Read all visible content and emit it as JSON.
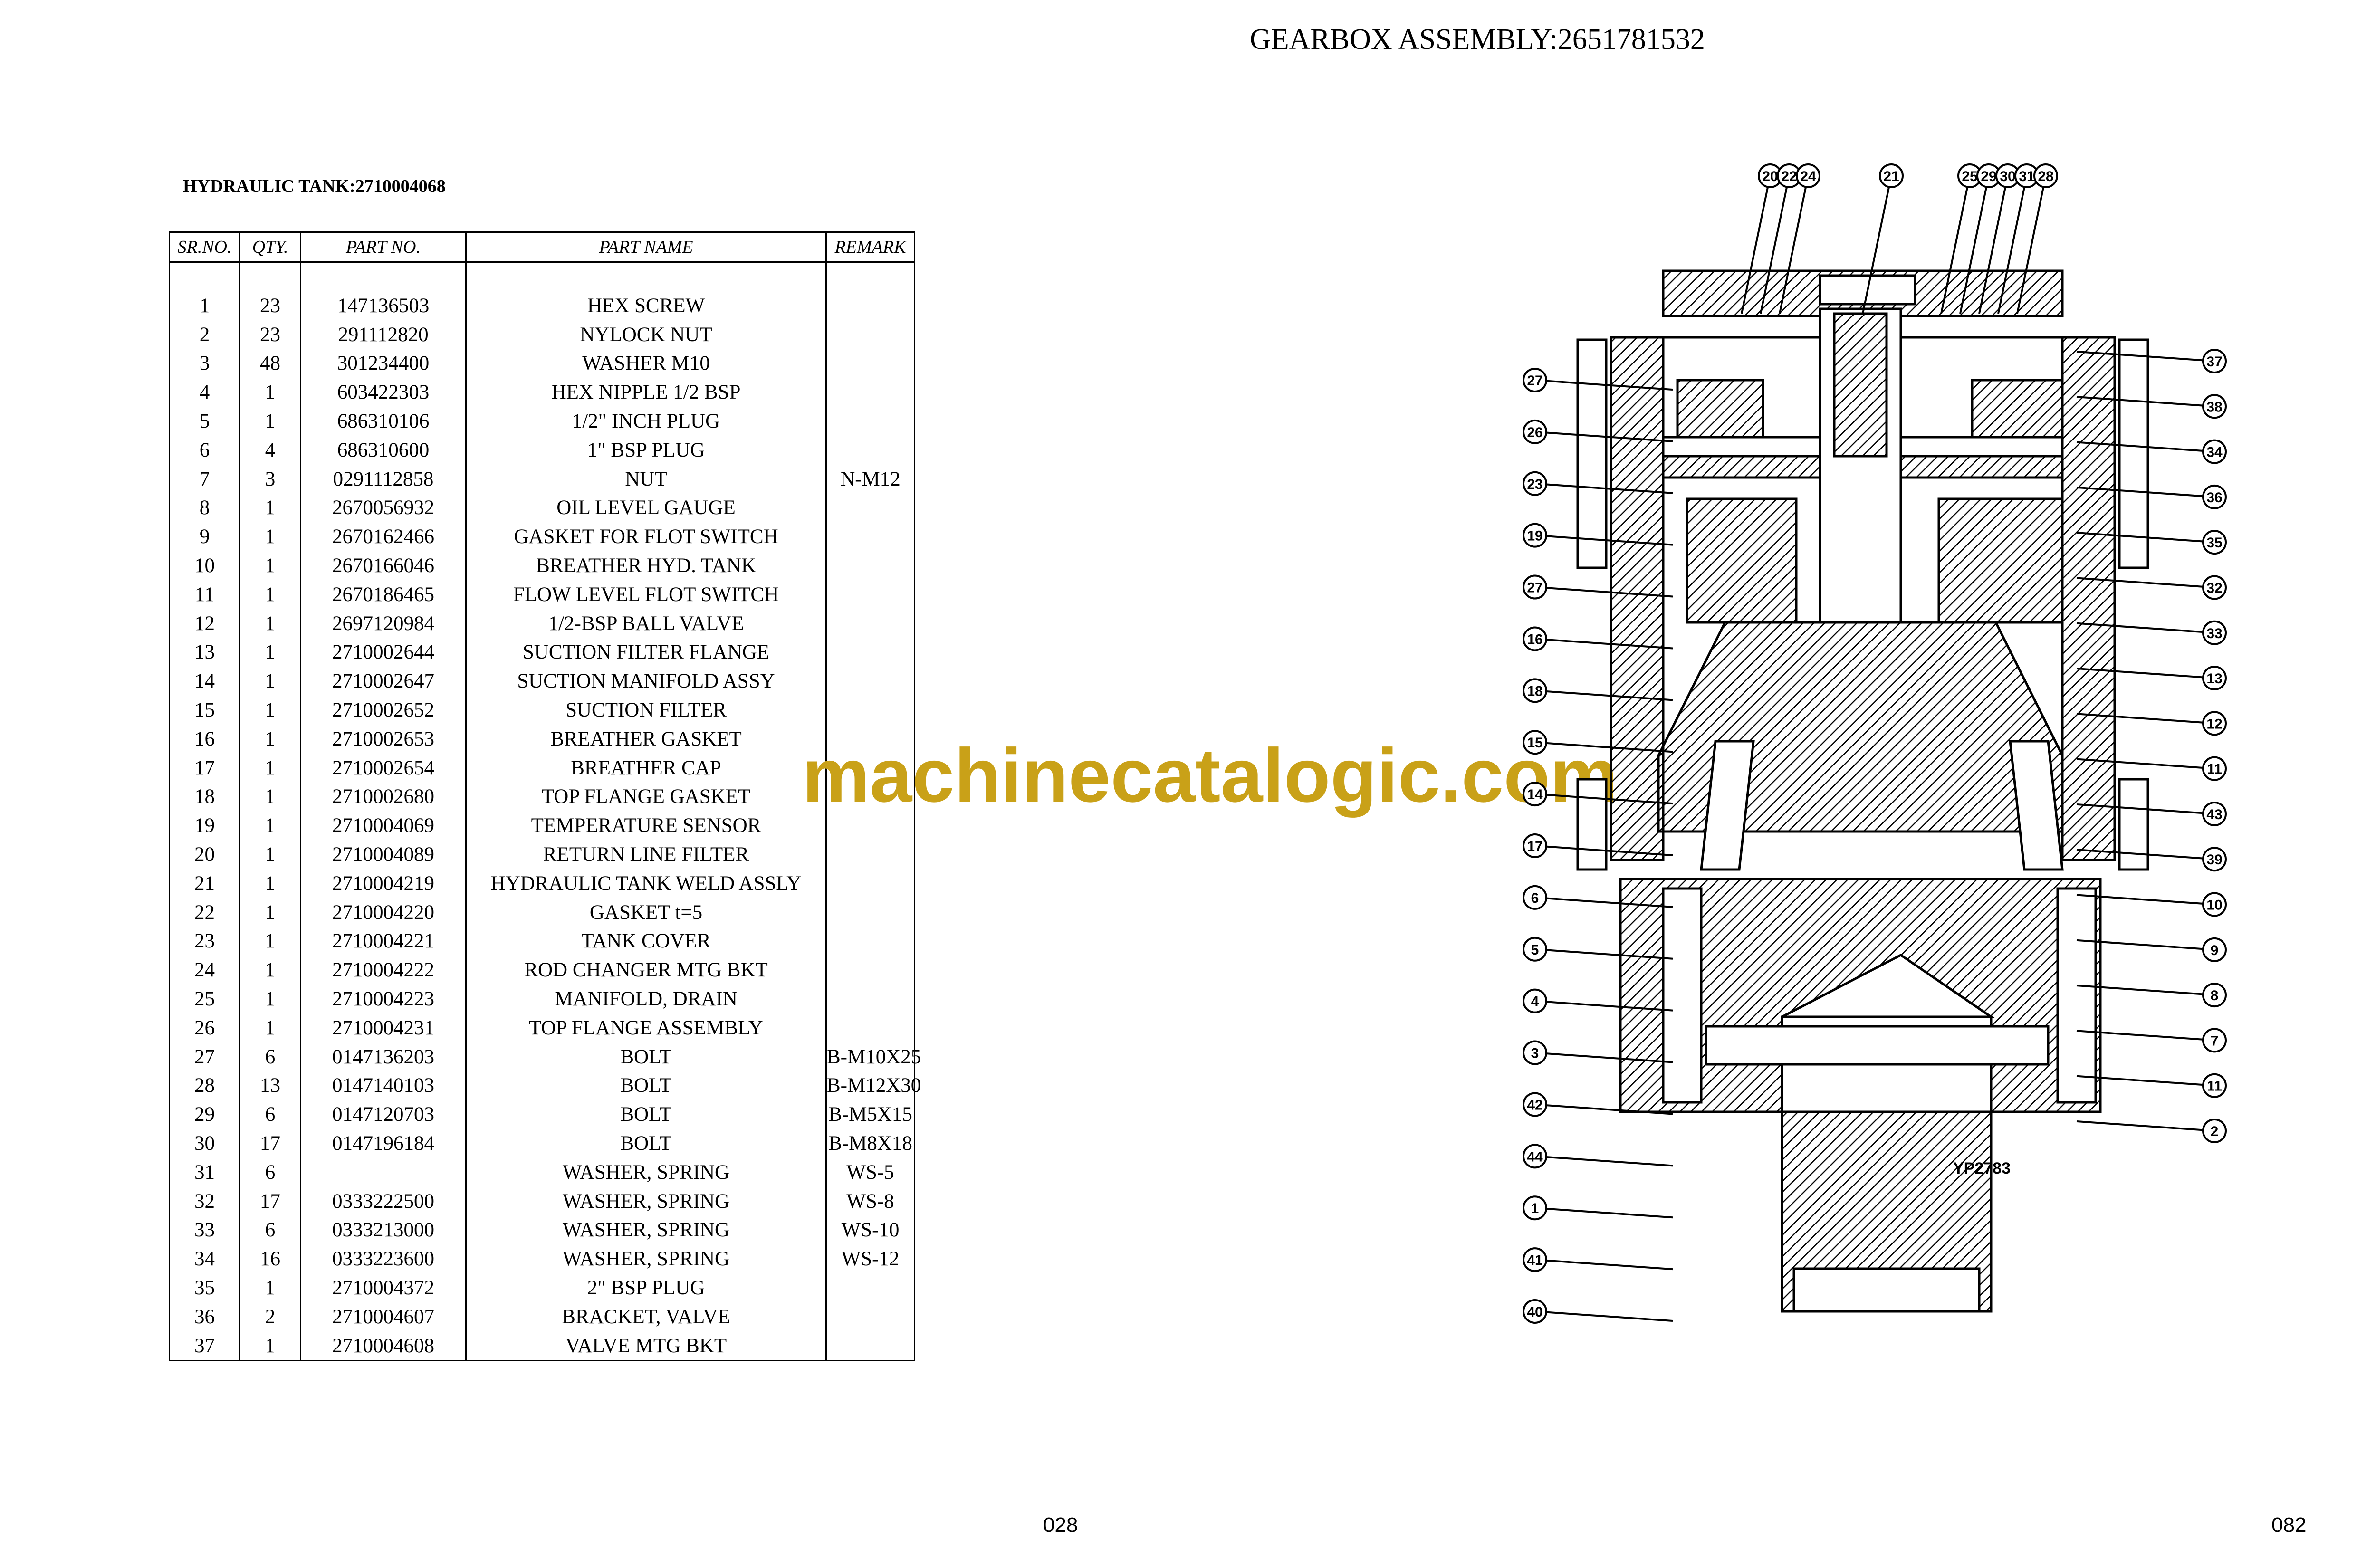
{
  "header": {
    "title": "GEARBOX ASSEMBLY:2651781532"
  },
  "table": {
    "title": "HYDRAULIC TANK:2710004068",
    "columns": [
      "SR.NO.",
      "QTY.",
      "PART NO.",
      "PART NAME",
      "REMARK"
    ],
    "rows": [
      [
        "1",
        "23",
        "147136503",
        "HEX SCREW",
        ""
      ],
      [
        "2",
        "23",
        "291112820",
        "NYLOCK NUT",
        ""
      ],
      [
        "3",
        "48",
        "301234400",
        "WASHER M10",
        ""
      ],
      [
        "4",
        "1",
        "603422303",
        "HEX NIPPLE 1/2 BSP",
        ""
      ],
      [
        "5",
        "1",
        "686310106",
        "1/2\" INCH PLUG",
        ""
      ],
      [
        "6",
        "4",
        "686310600",
        "1\" BSP PLUG",
        ""
      ],
      [
        "7",
        "3",
        "0291112858",
        "NUT",
        "N-M12"
      ],
      [
        "8",
        "1",
        "2670056932",
        "OIL LEVEL GAUGE",
        ""
      ],
      [
        "9",
        "1",
        "2670162466",
        "GASKET FOR FLOT SWITCH",
        ""
      ],
      [
        "10",
        "1",
        "2670166046",
        "BREATHER HYD. TANK",
        ""
      ],
      [
        "11",
        "1",
        "2670186465",
        "FLOW LEVEL FLOT SWITCH",
        ""
      ],
      [
        "12",
        "1",
        "2697120984",
        "1/2-BSP BALL VALVE",
        ""
      ],
      [
        "13",
        "1",
        "2710002644",
        "SUCTION FILTER FLANGE",
        ""
      ],
      [
        "14",
        "1",
        "2710002647",
        "SUCTION MANIFOLD ASSY",
        ""
      ],
      [
        "15",
        "1",
        "2710002652",
        "SUCTION FILTER",
        ""
      ],
      [
        "16",
        "1",
        "2710002653",
        "BREATHER GASKET",
        ""
      ],
      [
        "17",
        "1",
        "2710002654",
        "BREATHER CAP",
        ""
      ],
      [
        "18",
        "1",
        "2710002680",
        "TOP FLANGE GASKET",
        ""
      ],
      [
        "19",
        "1",
        "2710004069",
        "TEMPERATURE SENSOR",
        ""
      ],
      [
        "20",
        "1",
        "2710004089",
        "RETURN LINE FILTER",
        ""
      ],
      [
        "21",
        "1",
        "2710004219",
        "HYDRAULIC TANK WELD ASSLY",
        ""
      ],
      [
        "22",
        "1",
        "2710004220",
        "GASKET t=5",
        ""
      ],
      [
        "23",
        "1",
        "2710004221",
        "TANK COVER",
        ""
      ],
      [
        "24",
        "1",
        "2710004222",
        "ROD CHANGER MTG BKT",
        ""
      ],
      [
        "25",
        "1",
        "2710004223",
        "MANIFOLD, DRAIN",
        ""
      ],
      [
        "26",
        "1",
        "2710004231",
        "TOP FLANGE ASSEMBLY",
        ""
      ],
      [
        "27",
        "6",
        "0147136203",
        "BOLT",
        "B-M10X25"
      ],
      [
        "28",
        "13",
        "0147140103",
        "BOLT",
        "B-M12X30"
      ],
      [
        "29",
        "6",
        "0147120703",
        "BOLT",
        "B-M5X15"
      ],
      [
        "30",
        "17",
        "0147196184",
        "BOLT",
        "B-M8X18"
      ],
      [
        "31",
        "6",
        "",
        "WASHER, SPRING",
        "WS-5"
      ],
      [
        "32",
        "17",
        "0333222500",
        "WASHER, SPRING",
        "WS-8"
      ],
      [
        "33",
        "6",
        "0333213000",
        "WASHER, SPRING",
        "WS-10"
      ],
      [
        "34",
        "16",
        "0333223600",
        "WASHER, SPRING",
        "WS-12"
      ],
      [
        "35",
        "1",
        "2710004372",
        "2\" BSP PLUG",
        ""
      ],
      [
        "36",
        "2",
        "2710004607",
        "BRACKET, VALVE",
        ""
      ],
      [
        "37",
        "1",
        "2710004608",
        "VALVE MTG BKT",
        ""
      ]
    ]
  },
  "watermark": "machinecatalogic.com",
  "drawing": {
    "code": "YP2783",
    "callouts_top": [
      "20",
      "22",
      "24",
      "21",
      "25",
      "29",
      "30",
      "31",
      "28"
    ],
    "callouts_left": [
      "27",
      "26",
      "23",
      "19",
      "27",
      "16",
      "18",
      "15",
      "14",
      "17",
      "6",
      "5",
      "4",
      "3",
      "42",
      "44",
      "1",
      "41",
      "40"
    ],
    "callouts_right": [
      "37",
      "38",
      "34",
      "36",
      "35",
      "32",
      "33",
      "13",
      "12",
      "11",
      "43",
      "39",
      "10",
      "9",
      "8",
      "7",
      "11",
      "2"
    ]
  },
  "footer": {
    "page_left": "028",
    "page_right": "082"
  }
}
